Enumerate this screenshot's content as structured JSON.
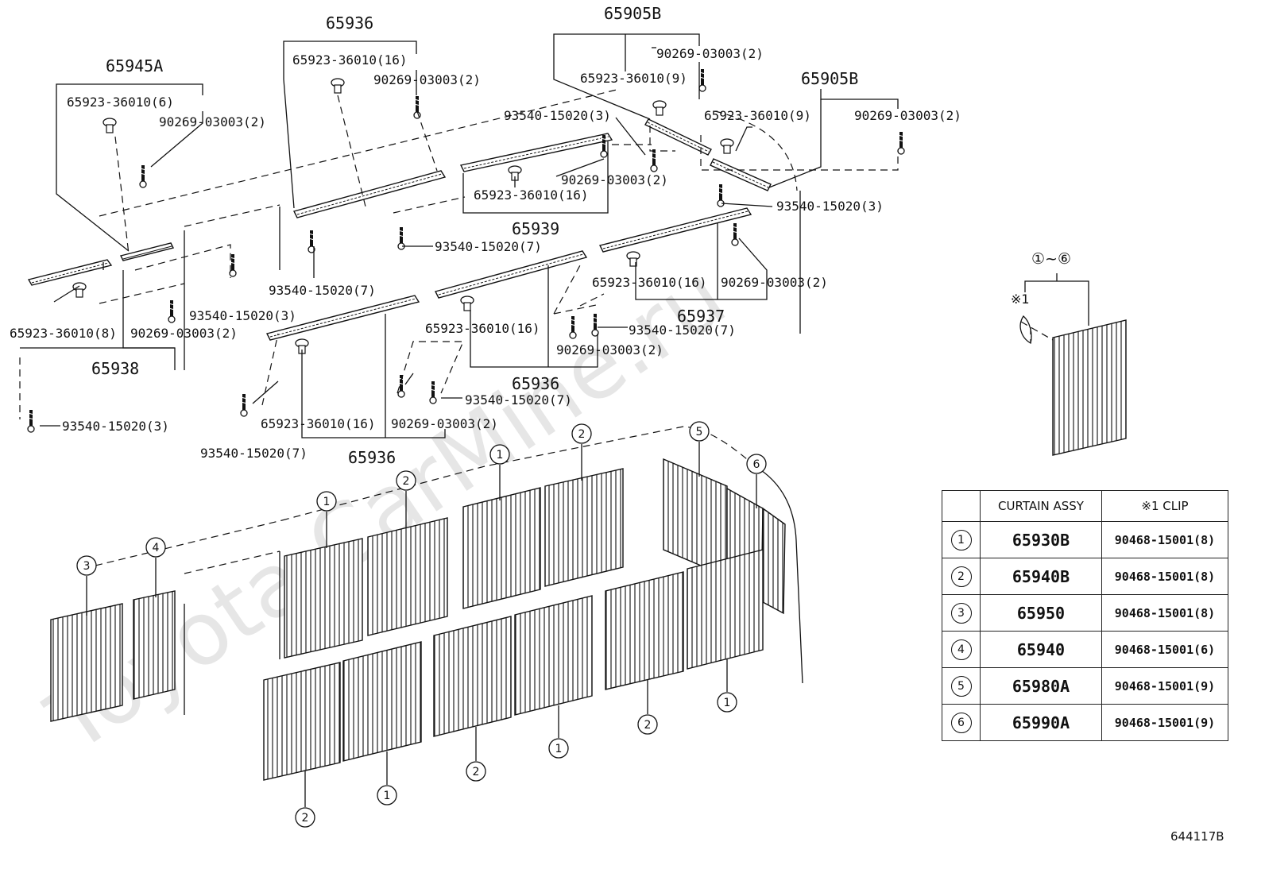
{
  "watermark": "Toyota.CarMine.ru",
  "reference_code": "644117B",
  "labels": {
    "l1": "65936",
    "l2": "65905B",
    "l3": "65945A",
    "l4": "65923-36010(16)",
    "l5": "90269-03003(2)",
    "l6": "90269-03003(2)",
    "l7": "65923-36010(9)",
    "l8": "65905B",
    "l9": "65923-36010(6)",
    "l10": "90269-03003(2)",
    "l11": "93540-15020(3)",
    "l12": "65923-36010(9)",
    "l13": "90269-03003(2)",
    "l14": "90269-03003(2)",
    "l15": "65923-36010(16)",
    "l16": "93540-15020(3)",
    "l17": "65939",
    "l18": "93540-15020(7)",
    "l19": "93540-15020(7)",
    "l20": "65923-36010(16)",
    "l21": "90269-03003(2)",
    "l22": "93540-15020(3)",
    "l23": "65937",
    "l24": "65923-36010(8)",
    "l25": "90269-03003(2)",
    "l26": "65923-36010(16)",
    "l27": "93540-15020(7)",
    "l28": "65938",
    "l29": "90269-03003(2)",
    "l30": "65936",
    "l31": "93540-15020(7)",
    "l32": "93540-15020(3)",
    "l33": "65923-36010(16)",
    "l34": "90269-03003(2)",
    "l35": "93540-15020(7)",
    "l36": "65936",
    "inset_range": "①~⑥",
    "inset_clip": "※1"
  },
  "callouts": [
    "1",
    "2",
    "3",
    "4",
    "5",
    "6"
  ],
  "table": {
    "headers": [
      "",
      "CURTAIN ASSY",
      "※1 CLIP"
    ],
    "rows": [
      {
        "no": "1",
        "assy": "65930B",
        "clip": "90468-15001(8)"
      },
      {
        "no": "2",
        "assy": "65940B",
        "clip": "90468-15001(8)"
      },
      {
        "no": "3",
        "assy": "65950",
        "clip": "90468-15001(8)"
      },
      {
        "no": "4",
        "assy": "65940",
        "clip": "90468-15001(6)"
      },
      {
        "no": "5",
        "assy": "65980A",
        "clip": "90468-15001(9)"
      },
      {
        "no": "6",
        "assy": "65990A",
        "clip": "90468-15001(9)"
      }
    ]
  }
}
